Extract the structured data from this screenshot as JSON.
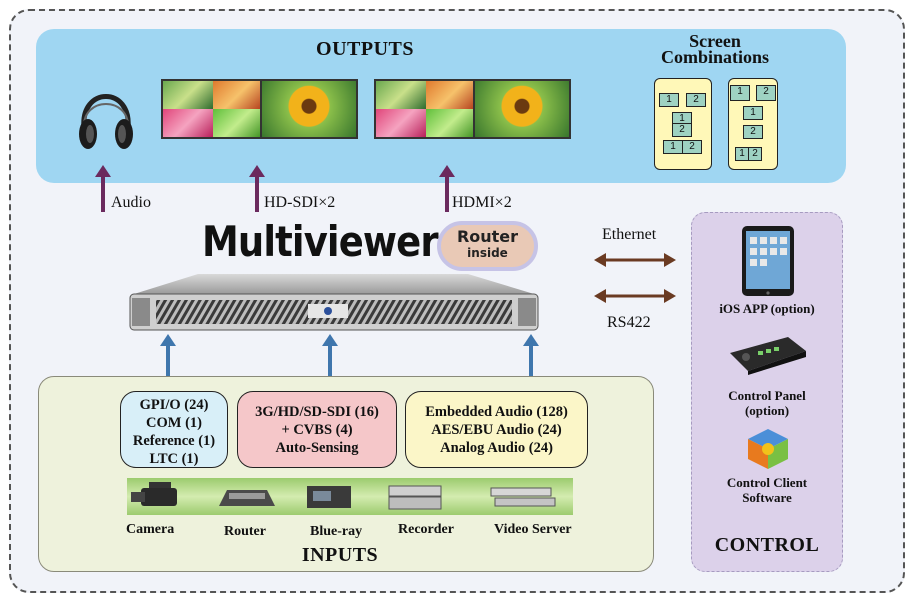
{
  "outputs": {
    "title": "OUTPUTS",
    "screen_combinations_title": "Screen Combinations",
    "combo_labels": [
      "1",
      "2",
      "1",
      "2",
      "1",
      "2",
      "1",
      "2",
      "1",
      "2",
      "1",
      "2"
    ],
    "audio_label": "Audio",
    "hdsdi_label": "HD-SDI×2",
    "hdmi_label": "HDMI×2"
  },
  "center": {
    "multiviewer": "Multiviewer",
    "router_line1": "Router",
    "router_line2": "inside",
    "ethernet": "Ethernet",
    "rs422": "RS422"
  },
  "inputs": {
    "title": "INPUTS",
    "box1": [
      "GPI/O (24)",
      "COM (1)",
      "Reference (1)",
      "LTC (1)"
    ],
    "box2": [
      "3G/HD/SD-SDI (16)",
      "+ CVBS (4)",
      "Auto-Sensing"
    ],
    "box3": [
      "Embedded Audio (128)",
      "AES/EBU Audio (24)",
      "Analog Audio (24)"
    ],
    "devices": [
      "Camera",
      "Router",
      "Blue-ray",
      "Recorder",
      "Video Server"
    ]
  },
  "control": {
    "title": "CONTROL",
    "ios_app": "iOS APP (option)",
    "panel_line1": "Control Panel",
    "panel_line2": "(option)",
    "client_line1": "Control Client",
    "client_line2": "Software"
  },
  "colors": {
    "outputs_bg": "#9fd6f2",
    "arrow_purple": "#6b2a5e",
    "arrow_blue": "#3f76ad",
    "arrow_brown": "#6a3a22",
    "box1_bg": "#d8eff8",
    "box2_bg": "#f5c7c9",
    "box3_bg": "#fbf6c8"
  }
}
